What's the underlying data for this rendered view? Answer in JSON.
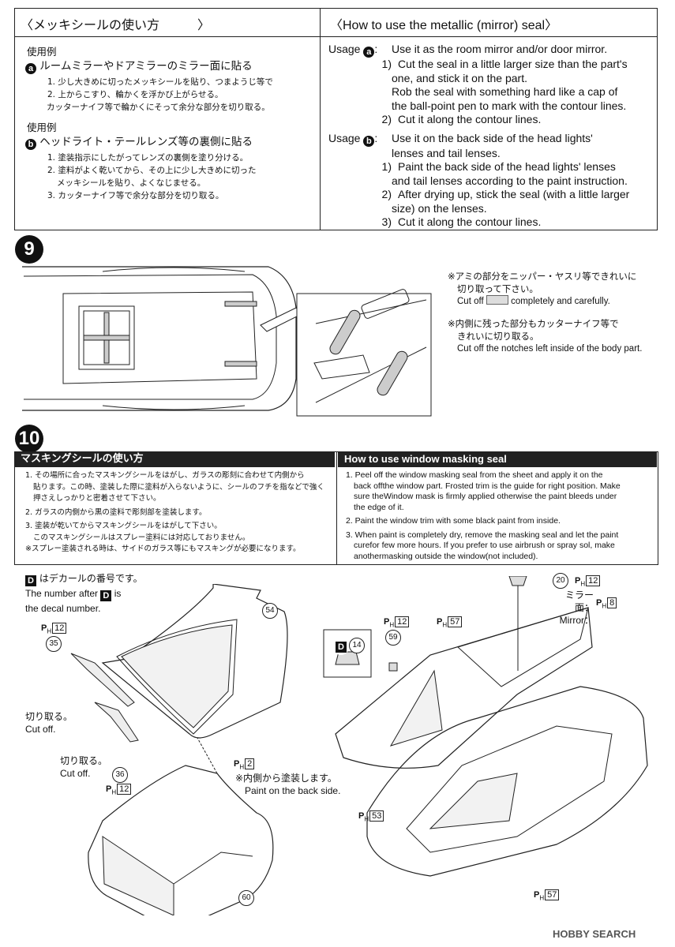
{
  "seal": {
    "jp_title": "〈メッキシールの使い方",
    "jp_title_close": "〉",
    "en_title": "〈How to use the metallic (mirror) seal〉",
    "jp_use_a": "使用例",
    "jp_a_head": "ルームミラーやドアミラーのミラー面に貼る",
    "jp_a1": "1. 少し大きめに切ったメッキシールを貼り、つまようじ等で",
    "jp_a2": "2. 上からこすり、輪かくを浮かび上がらせる。",
    "jp_a3": "カッターナイフ等で輪かくにそって余分な部分を切り取る。",
    "jp_use_b": "使用例",
    "jp_b_head": "ヘッドライト・テールレンズ等の裏側に貼る",
    "jp_b1": "1. 塗装指示にしたがってレンズの裏側を塗り分ける。",
    "jp_b2": "2. 塗料がよく乾いてから、その上に少し大きめに切った",
    "jp_b2b": "メッキシールを貼り、よくなじませる。",
    "jp_b3": "3. カッターナイフ等で余分な部分を切り取る。",
    "usage_label": "Usage",
    "en_a_head": "Use it as the room mirror and/or door mirror.",
    "en_a1_num": "1)",
    "en_a1_l1": "Cut the seal in a little larger size than the part's",
    "en_a1_l2": "one, and stick it on the part.",
    "en_a1_l3": "Rob the seal with something hard like a cap of",
    "en_a1_l4": "the ball-point pen to mark with the contour lines.",
    "en_a2_num": "2)",
    "en_a2": "Cut it along the contour lines.",
    "en_b_head_l1": "Use it on the back side of the head lights'",
    "en_b_head_l2": "lenses and tail lenses.",
    "en_b1_num": "1)",
    "en_b1_l1": "Paint the back side of the head lights' lenses",
    "en_b1_l2": "and tail lenses according to the paint instruction.",
    "en_b2_num": "2)",
    "en_b2_l1": "After drying up, stick the seal (with a little larger",
    "en_b2_l2": "size) on the lenses.",
    "en_b3_num": "3)",
    "en_b3": "Cut it along the contour lines.",
    "badge_a": "a",
    "badge_b": "b"
  },
  "step9": {
    "number": "9",
    "note1_jp_l1": "※アミの部分をニッパー・ヤスリ等できれいに",
    "note1_jp_l2": "切り取って下さい。",
    "note1_en_a": "Cut off",
    "note1_en_b": "completely and carefully.",
    "note2_jp_l1": "※内側に残った部分もカッターナイフ等で",
    "note2_jp_l2": "きれいに切り取る。",
    "note2_en": "Cut off the notches left inside of the body part."
  },
  "step10": {
    "number": "10",
    "bar_jp": "マスキングシールの使い方",
    "bar_en": "How to use window masking seal",
    "jp1_l1": "1. その場所に合ったマスキングシールをはがし、ガラスの彫刻に合わせて内側から",
    "jp1_l2": "貼ります。この時、塗装した際に塗料が入らないように、シールのフチを指などで強く",
    "jp1_l3": "押さえしっかりと密着させて下さい。",
    "jp2": "2. ガラスの内側から黒の塗料で彫刻部を塗装します。",
    "jp3_l1": "3. 塗装が乾いてからマスキングシールをはがして下さい。",
    "jp3_l2": "このマスキングシールはスプレー塗料には対応しておりません。",
    "jp_note": "※スプレー塗装される時は、サイドのガラス等にもマスキングが必要になります。",
    "en1_l1": "1. Peel off the window masking seal from the sheet and apply it on the",
    "en1_l2": "back offthe window part. Frosted trim is the guide for right position. Make",
    "en1_l3": "sure theWindow mask is firmly applied otherwise the paint bleeds under",
    "en1_l4": "the edge of it.",
    "en2": "2. Paint the window trim with some black paint from inside.",
    "en3_l1": "3. When paint is completely dry, remove the masking seal and let the paint",
    "en3_l2": "curefor few more hours. If you prefer to use airbrush or spray sol, make",
    "en3_l3": "anothermasking outside the window(not included).",
    "decal_jp": "はデカールの番号です。",
    "decal_en_a": "The number after",
    "decal_en_b": "is",
    "decal_en_c": "the decal number.",
    "cutoff_jp1": "切り取る。",
    "cutoff_en1": "Cut off.",
    "cutoff_jp2": "切り取る。",
    "cutoff_en2": "Cut off.",
    "paint_back_jp": "※内側から塗装します。",
    "paint_back_en": "Paint on the back side.",
    "mirror_jp": "ミラー面：",
    "mirror_en": "Mirror：",
    "parts": {
      "p54": "54",
      "p35": "35",
      "p36": "36",
      "p60": "60",
      "p59": "59",
      "p20": "20",
      "d14": "14"
    },
    "colors": {
      "p12": "12",
      "p2": "2",
      "p8": "8",
      "p57": "57",
      "p53": "53"
    },
    "ph": "P",
    "d_label": "D"
  },
  "watermark": "HOBBY SEARCH"
}
